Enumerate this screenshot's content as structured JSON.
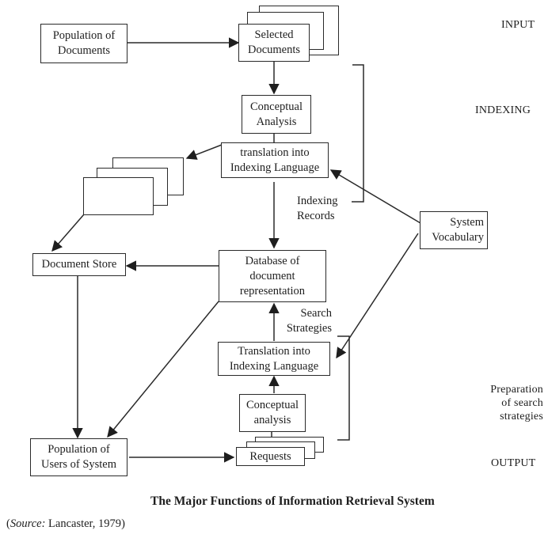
{
  "stages": {
    "input": "INPUT",
    "indexing": "INDEXING",
    "preparation": [
      "Preparation",
      "of search",
      "strategies"
    ],
    "output": "OUTPUT"
  },
  "nodes": {
    "population_of_documents": [
      "Population of",
      "Documents"
    ],
    "selected_documents": [
      "Selected",
      "Documents"
    ],
    "conceptual_analysis_indexing": [
      "Conceptual",
      "Analysis"
    ],
    "translation_indexing": [
      "translation into",
      "Indexing Language"
    ],
    "document_store": "Document Store",
    "database": [
      "Database of",
      "document",
      "representation"
    ],
    "system_vocabulary": [
      "System",
      "Vocabulary"
    ],
    "translation_search": [
      "Translation into",
      "Indexing Language"
    ],
    "conceptual_analysis_search": [
      "Conceptual",
      "analysis"
    ],
    "requests": "Requests",
    "population_of_users": [
      "Population of",
      "Users of System"
    ]
  },
  "labels": {
    "indexing_records": [
      "Indexing",
      "Records"
    ],
    "search_strategies": [
      "Search",
      "Strategies"
    ]
  },
  "caption": {
    "title": "The Major Functions of Information Retrieval System",
    "source_label": "Source:",
    "source_text": "Lancaster, 1979"
  }
}
